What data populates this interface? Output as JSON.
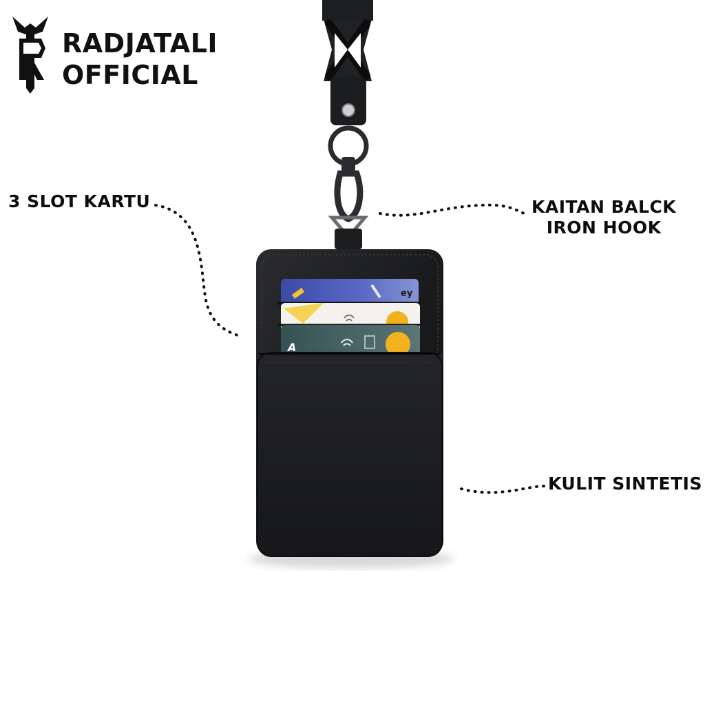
{
  "brand": {
    "line1": "RADJATALI",
    "line2": "OFFICIAL",
    "logo_icon": "rt-monogram-logo"
  },
  "callouts": {
    "slots": "3 SLOT KARTU",
    "hook_line1": "KAITAN BALCK",
    "hook_line2": "IRON HOOK",
    "leather": "KULIT SINTETIS"
  },
  "colors": {
    "background": "#ffffff",
    "leather": "#1b1c1e",
    "text": "#0d0d0d",
    "card_blue": "#4a58b3",
    "card_white": "#f3f2ec",
    "card_teal": "#3f5a5c",
    "card_chip": "#f2b21f"
  }
}
